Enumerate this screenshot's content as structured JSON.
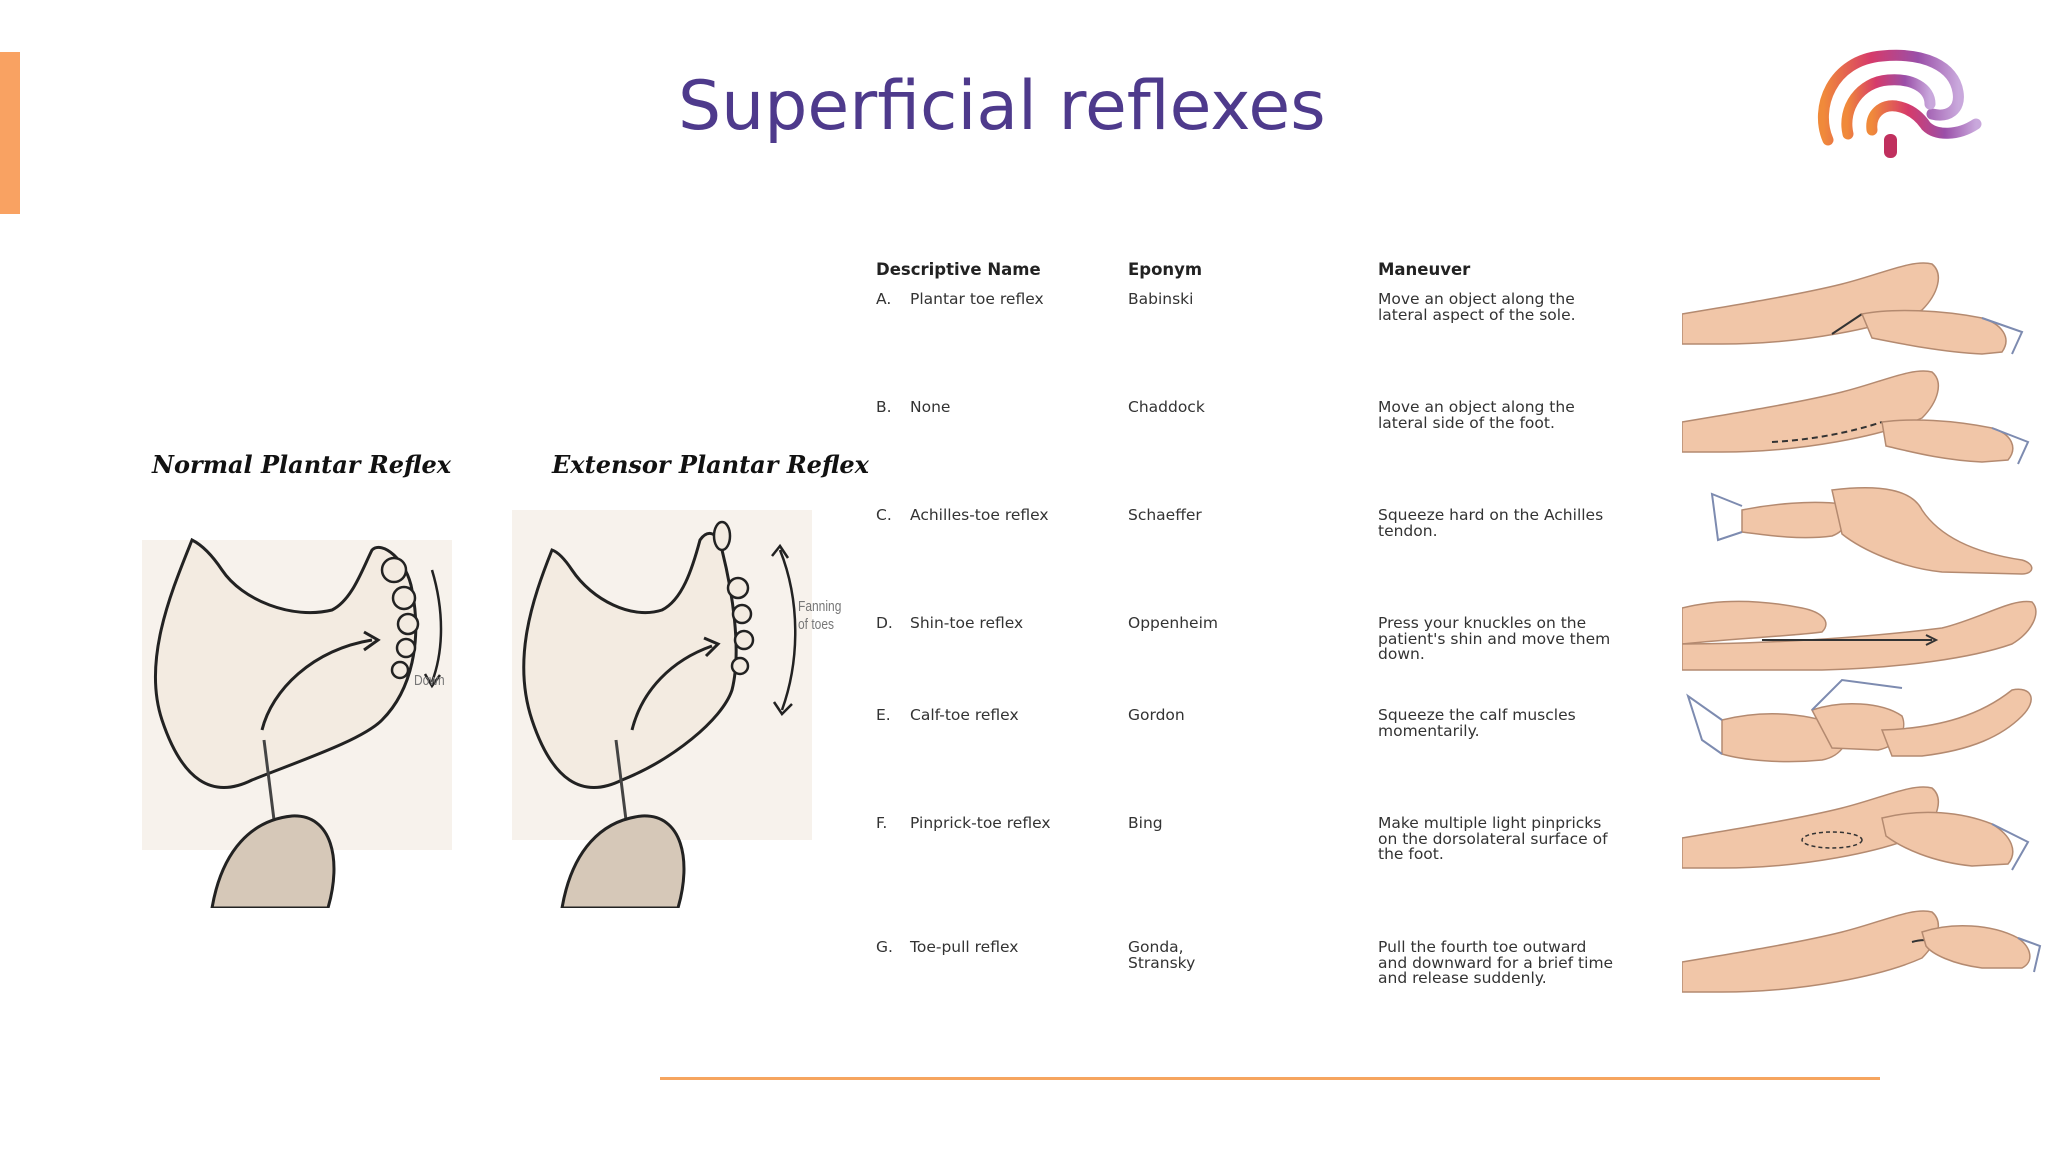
{
  "slide": {
    "title": "Superficial reflexes",
    "colors": {
      "title": "#4e3a8c",
      "accent_bar": "#f9a262",
      "divider": "#f6a55f",
      "logo_gradient": [
        "#f08a3a",
        "#d63a6a",
        "#9a4fa8",
        "#c9a8dc"
      ]
    }
  },
  "left_figure": {
    "normal_title": "Normal Plantar Reflex",
    "extensor_title": "Extensor Plantar Reflex",
    "down_label": "Down",
    "fanning_label": "Fanning\nof toes"
  },
  "table": {
    "headers": {
      "name": "Descriptive Name",
      "eponym": "Eponym",
      "maneuver": "Maneuver"
    },
    "rows": [
      {
        "letter": "A.",
        "name": "Plantar toe reflex",
        "eponym": "Babinski",
        "maneuver": "Move an object along the lateral aspect of the sole."
      },
      {
        "letter": "B.",
        "name": "None",
        "eponym": "Chaddock",
        "maneuver": "Move an object along the lateral side of the foot."
      },
      {
        "letter": "C.",
        "name": "Achilles-toe reflex",
        "eponym": "Schaeffer",
        "maneuver": "Squeeze hard on the Achilles tendon."
      },
      {
        "letter": "D.",
        "name": "Shin-toe reflex",
        "eponym": "Oppenheim",
        "maneuver": "Press your knuckles on the patient's shin and move them down."
      },
      {
        "letter": "E.",
        "name": "Calf-toe reflex",
        "eponym": "Gordon",
        "maneuver": "Squeeze the calf muscles momentarily."
      },
      {
        "letter": "F.",
        "name": "Pinprick-toe reflex",
        "eponym": "Bing",
        "maneuver": "Make multiple light pinpricks on the dorsolateral surface of the foot."
      },
      {
        "letter": "G.",
        "name": "Toe-pull reflex",
        "eponym": "Gonda,\nStransky",
        "maneuver": "Pull the fourth toe outward and downward for a brief time and release suddenly."
      }
    ]
  }
}
